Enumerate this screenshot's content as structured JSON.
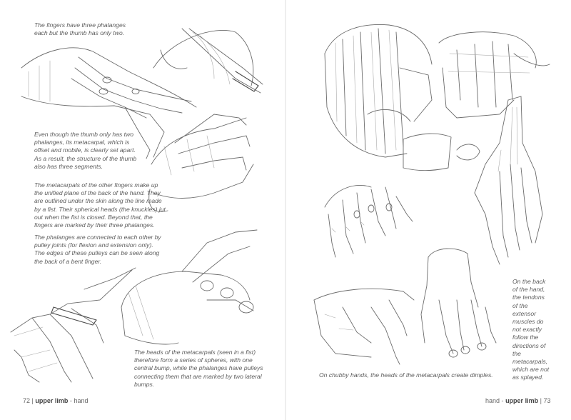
{
  "left_page": {
    "captions": [
      "The fingers have three phalanges each but the thumb has only two.",
      "Even though the thumb only has two phalanges, its metacarpal, which is offset and mobile, is clearly set apart. As a result, the structure of the thumb also has three segments.",
      "The metacarpals of the other fingers make up the unified plane of the back of the hand. They are outlined under the skin along the line made by a fist. Their spherical heads (the knuckles) jut out when the fist is closed. Beyond that, the fingers are marked by their three phalanges.",
      "The phalanges are connected to each other by pulley joints (for flexion and extension only). The edges of these pulleys can be seen along the back of a bent finger.",
      "The heads of the metacarpals (seen in a fist) therefore form a series of spheres, with one central bump, while the phalanges have pulleys connecting them that are marked by two lateral bumps."
    ],
    "folio": {
      "number": "72",
      "sep": "|",
      "section": "upper limb",
      "dash": "-",
      "topic": "hand"
    }
  },
  "right_page": {
    "captions": [
      "On the back of the hand, the tendons of the extensor muscles do not exactly follow the directions of the metacarpals, which are not as splayed.",
      "On chubby hands, the heads of the metacarpals create dimples."
    ],
    "folio": {
      "topic": "hand",
      "dash": "-",
      "section": "upper limb",
      "sep": "|",
      "number": "73"
    }
  }
}
